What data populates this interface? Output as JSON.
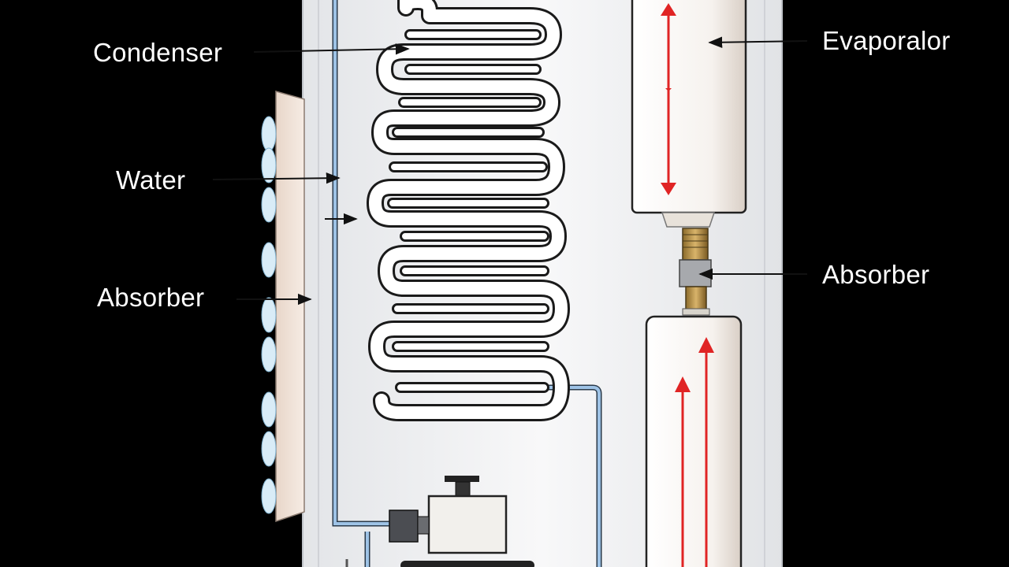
{
  "labels": {
    "condenser": "Condenser",
    "water": "Water",
    "absorber_left": "Absorber",
    "evaporator": "Evaporalor",
    "absorber_right": "Absorber"
  },
  "colors": {
    "background": "#000000",
    "cabinet": "#eeeff1",
    "coil_stroke": "#1a1a1a",
    "coil_fill": "#ffffff",
    "water_pipe": "#9ec3e6",
    "flow_arrow": "#e02424",
    "label_text": "#ffffff"
  },
  "icons": [
    "coil-icon",
    "fan-icon",
    "valve-icon",
    "compressor-icon"
  ]
}
